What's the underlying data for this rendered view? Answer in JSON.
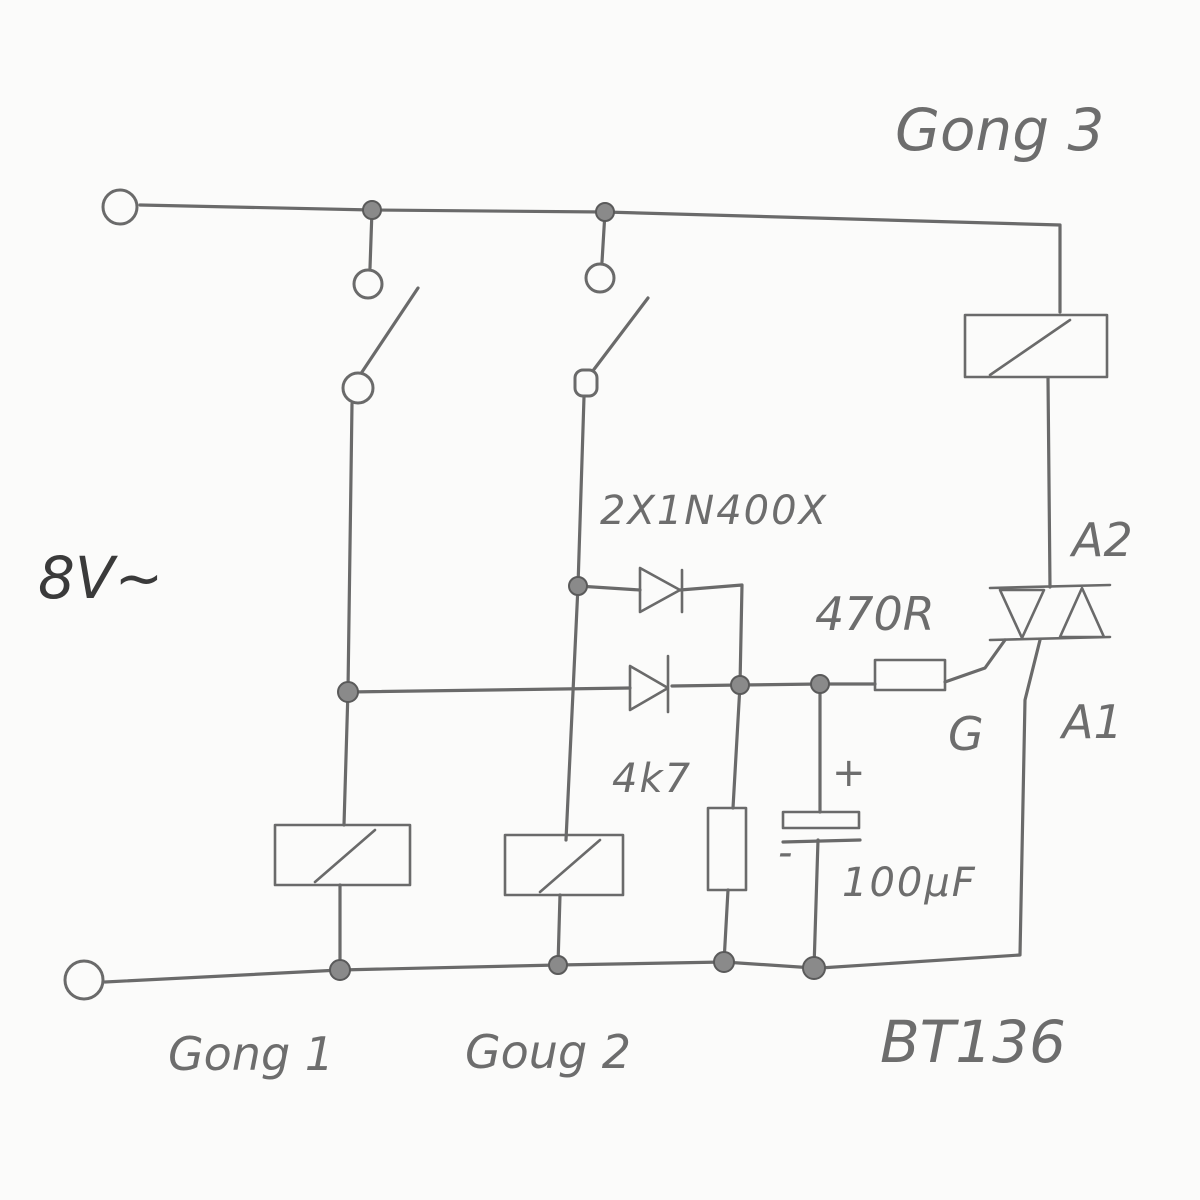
{
  "labels": {
    "supply": "8V~",
    "gong1": "Gong 1",
    "gong2": "Goug 2",
    "gong3": "Gong 3",
    "triac": "BT136",
    "diodes": "2X1N400X",
    "gate_resistor": "470R",
    "bleed_resistor": "4k7",
    "capacitor": "100µF",
    "cap_plus": "+",
    "cap_minus": "-",
    "pin_a2": "A2",
    "pin_a1": "A1",
    "pin_g": "G"
  }
}
